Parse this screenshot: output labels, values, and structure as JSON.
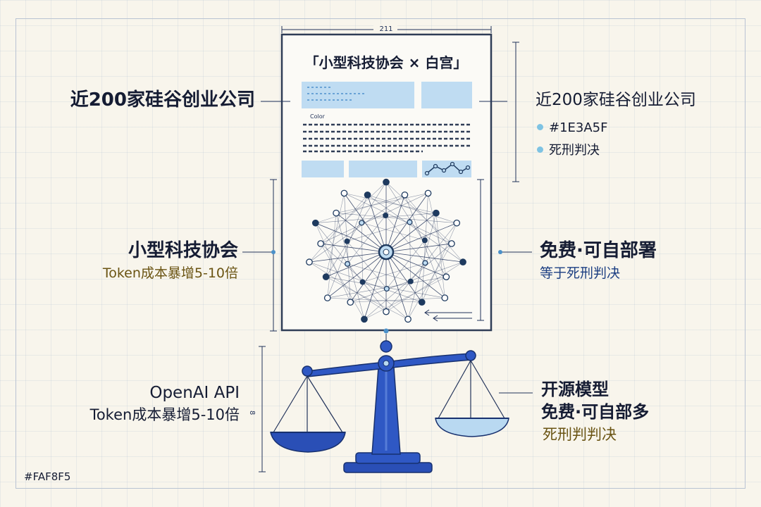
{
  "colors": {
    "background": "#FAF8F5",
    "primary": "#1E3A5F",
    "accent": "#2a4fb6",
    "light_blue": "#b9d9f1"
  },
  "document": {
    "title": "「小型科技协会 × 白宫」",
    "width_label": "211",
    "color_label": "Color"
  },
  "left": {
    "top": "近200家硅谷创业公司",
    "middle_title": "小型科技协会",
    "middle_sub": "Token成本暴增5-10倍",
    "bottom_title": "OpenAI API",
    "bottom_sub": "Token成本暴增5-10倍"
  },
  "right": {
    "top": "近200家硅谷创业公司",
    "bullets": [
      "#1E3A5F",
      "死刑判决"
    ],
    "middle_title": "免费·可自部署",
    "middle_sub": "等于死刑判决",
    "bottom_title1": "开源模型",
    "bottom_title2": "免费·可自部多",
    "bottom_sub": "死刑判判决"
  },
  "scale_dim_label": "8",
  "corner_hex": "#FAF8F5"
}
